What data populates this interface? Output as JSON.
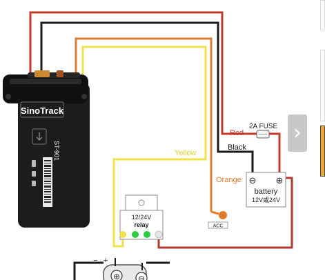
{
  "device": {
    "brand": "SinoTrack",
    "model": "ST-901"
  },
  "wire_labels": {
    "red": "Red",
    "black": "Black",
    "orange": "Orange",
    "yellow": "Yellow"
  },
  "fuse": {
    "label": "2A  FUSE"
  },
  "battery": {
    "label": "battery",
    "voltage": "12V或24V",
    "minus": "⊖",
    "plus": "⊕"
  },
  "relay": {
    "line1": "12/24V",
    "line2": "relay"
  },
  "acc": {
    "label": "ACC"
  },
  "motor": {
    "minus": "−",
    "plus": "+"
  },
  "colors": {
    "red": "#c0392b",
    "black": "#1a1a1a",
    "orange": "#e07b2c",
    "yellow": "#f2e14b",
    "dark_red": "#b0392b",
    "green": "#2ecc40"
  },
  "nav": {
    "next_icon": "chevron-right-icon"
  }
}
